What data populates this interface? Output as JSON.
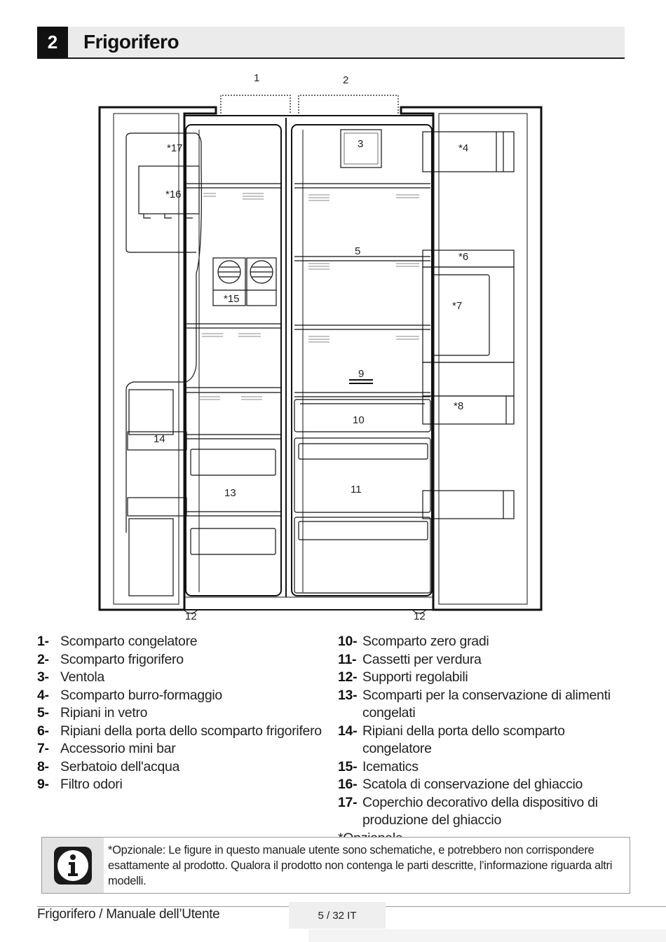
{
  "header": {
    "chapter_number": "2",
    "chapter_title": "Frigorifero"
  },
  "diagram": {
    "callouts": {
      "c1": "1",
      "c2": "2",
      "c3": "3",
      "c4": "*4",
      "c5": "5",
      "c6": "*6",
      "c7": "*7",
      "c8": "*8",
      "c9": "9",
      "c10": "10",
      "c11": "11",
      "c12a": "12",
      "c12b": "12",
      "c13": "13",
      "c14": "14",
      "c15": "*15",
      "c16": "*16",
      "c17": "*17"
    }
  },
  "legend": {
    "left": [
      {
        "num": "1-",
        "text": "Scomparto congelatore"
      },
      {
        "num": "2-",
        "text": "Scomparto frigorifero"
      },
      {
        "num": "3-",
        "text": "Ventola"
      },
      {
        "num": "4-",
        "text": "Scomparto burro-formaggio"
      },
      {
        "num": "5-",
        "text": "Ripiani in vetro"
      },
      {
        "num": "6-",
        "text": "Ripiani della porta dello scomparto frigorifero"
      },
      {
        "num": "7-",
        "text": "Accessorio mini bar"
      },
      {
        "num": "8-",
        "text": "Serbatoio dell'acqua"
      },
      {
        "num": "9-",
        "text": "Filtro odori"
      }
    ],
    "right": [
      {
        "num": "10-",
        "text": "Scomparto zero gradi"
      },
      {
        "num": "11-",
        "text": "Cassetti per verdura"
      },
      {
        "num": "12-",
        "text": "Supporti regolabili"
      },
      {
        "num": "13-",
        "text": "Scomparti per la conservazione di alimenti congelati"
      },
      {
        "num": "14-",
        "text": "Ripiani della porta dello scomparto congelatore"
      },
      {
        "num": "15-",
        "text": "Icematics"
      },
      {
        "num": "16-",
        "text": "Scatola di conservazione del ghiaccio"
      },
      {
        "num": "17-",
        "text": "Coperchio decorativo della dispositivo di produzione del ghiaccio"
      }
    ],
    "optional_note": "*Opzionale"
  },
  "info_box": {
    "icon": "info-icon",
    "text": "*Opzionale: Le figure in questo manuale utente sono schematiche, e potrebbero non corrispondere esattamente al prodotto. Qualora il prodotto non contenga le parti descritte, l’informazione riguarda altri modelli."
  },
  "footer": {
    "title": "Frigorifero / Manuale dell’Utente",
    "page": "5 / 32  IT"
  }
}
